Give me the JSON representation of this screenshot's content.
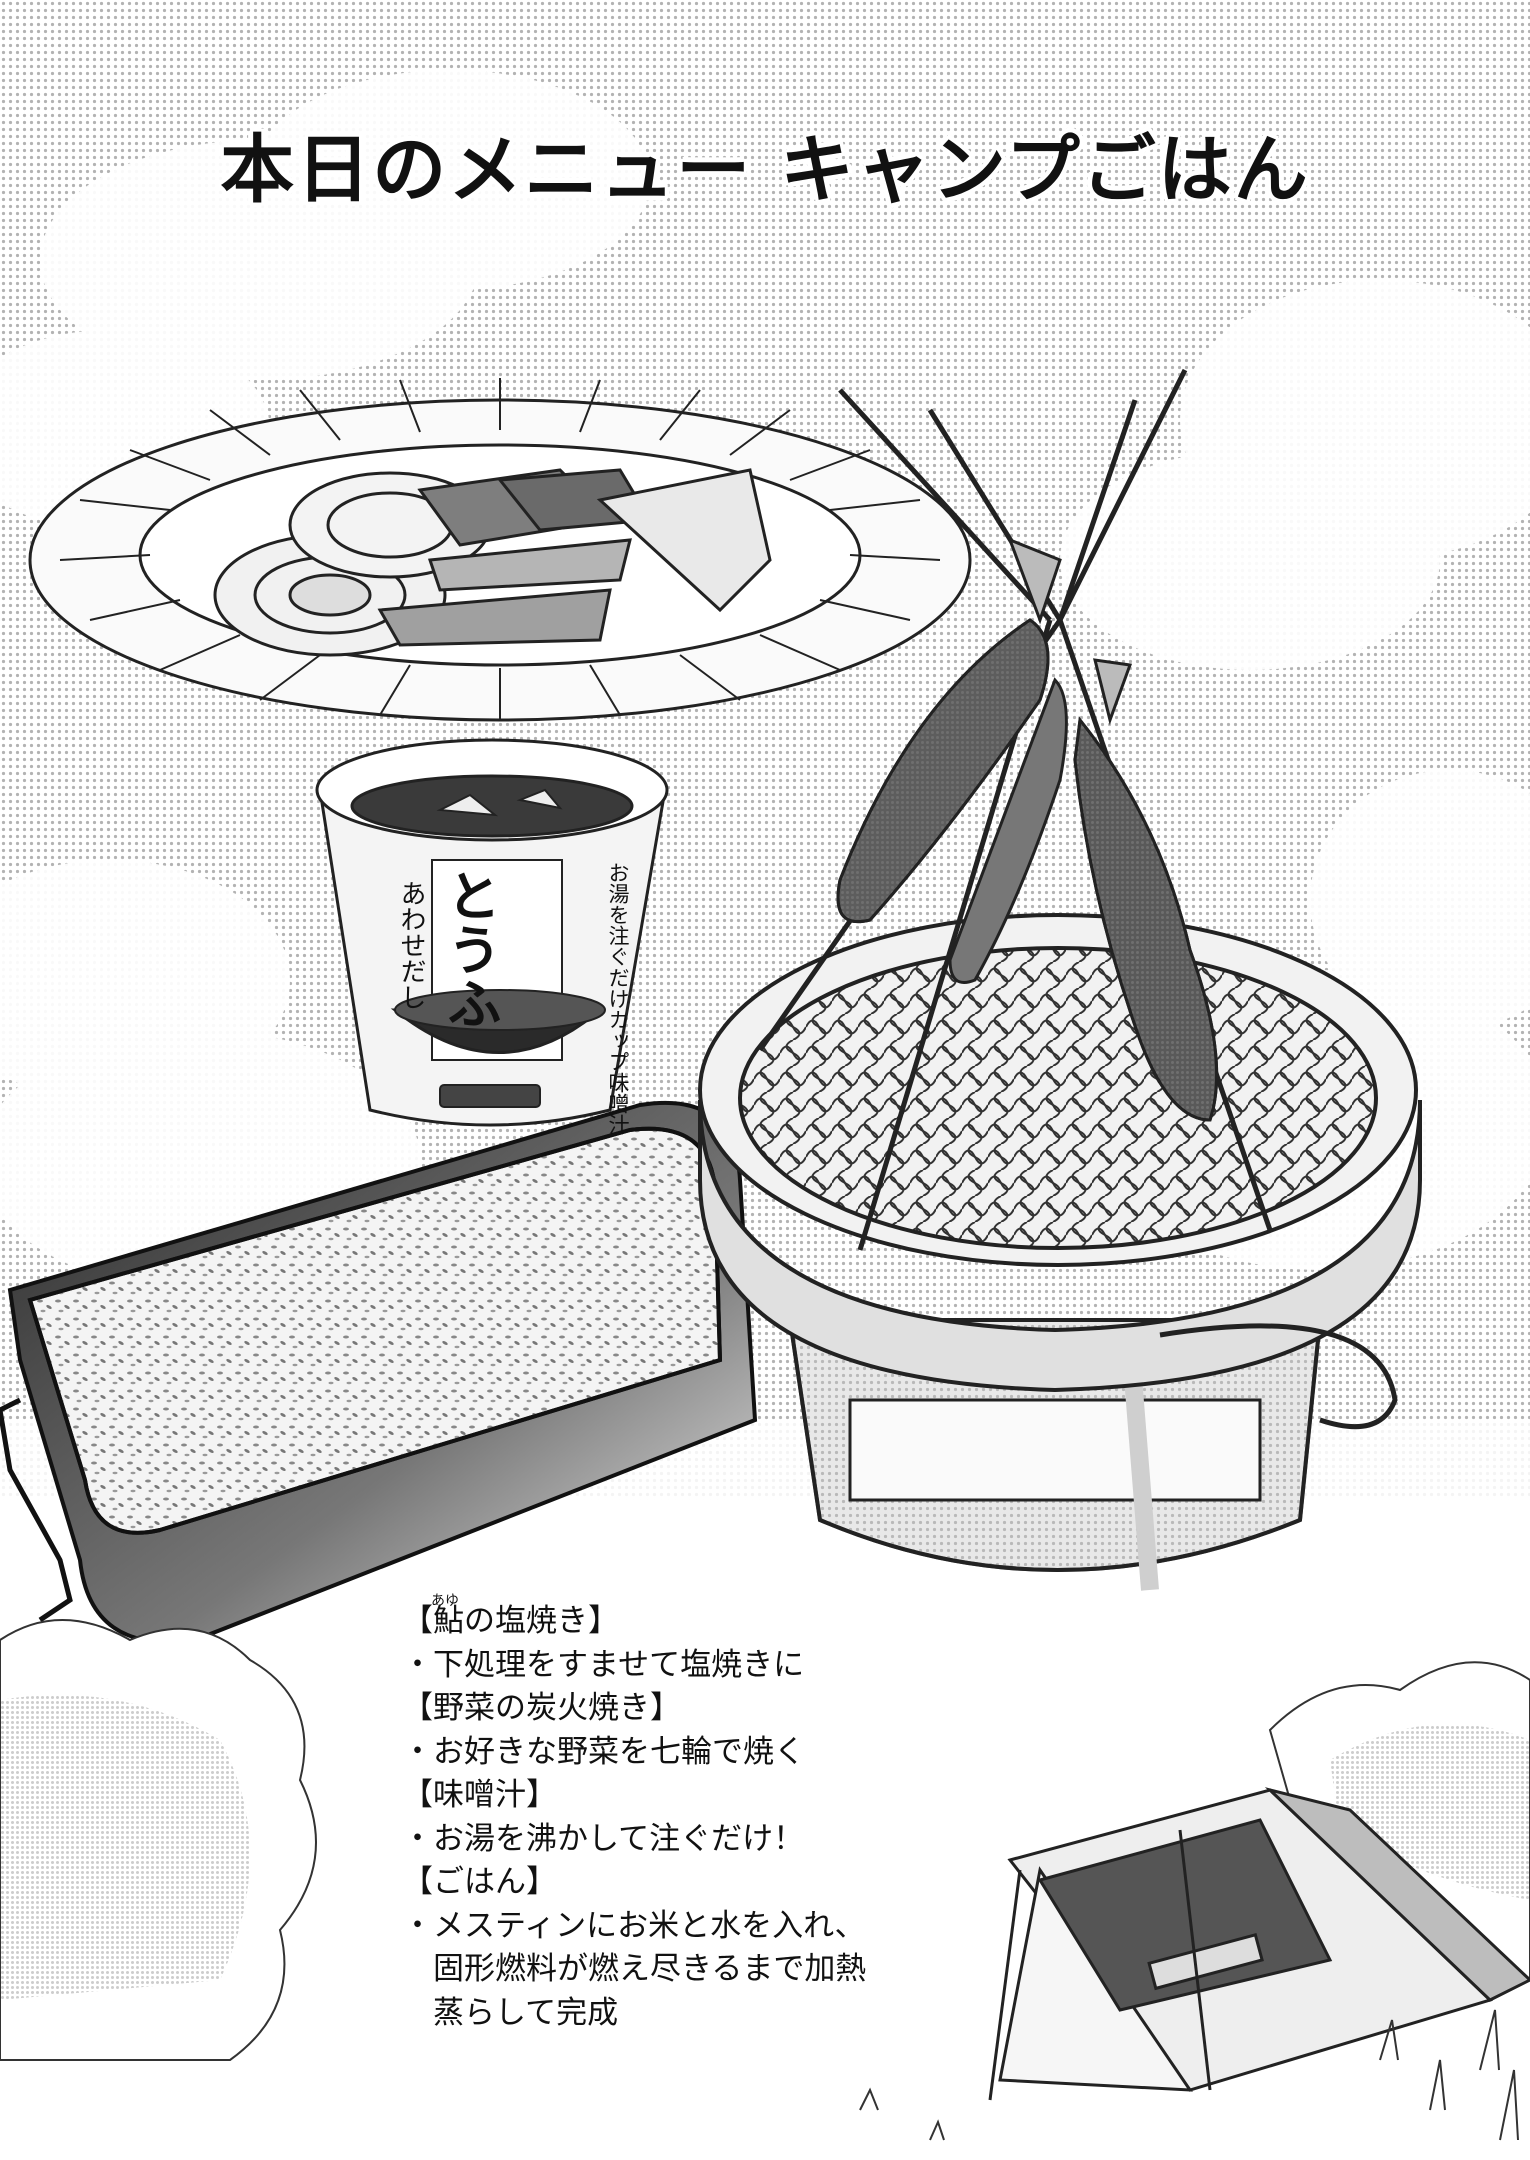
{
  "title": "本日のメニュー キャンプごはん",
  "cup_label": {
    "main": "とうふ",
    "sub": "お湯を注ぐだけカップ味噌汁",
    "side": "あわせだし"
  },
  "ruby": "あゆ",
  "menu": [
    "【鮎の塩焼き】",
    "・下処理をすませて塩焼きに",
    "【野菜の炭火焼き】",
    "・お好きな野菜を七輪で焼く",
    "【味噌汁】",
    "・お湯を沸かして注ぐだけ！",
    "【ごはん】",
    "・メスティンにお米と水を入れ、",
    "　固形燃料が燃え尽きるまで加熱",
    "　蒸らして完成"
  ]
}
